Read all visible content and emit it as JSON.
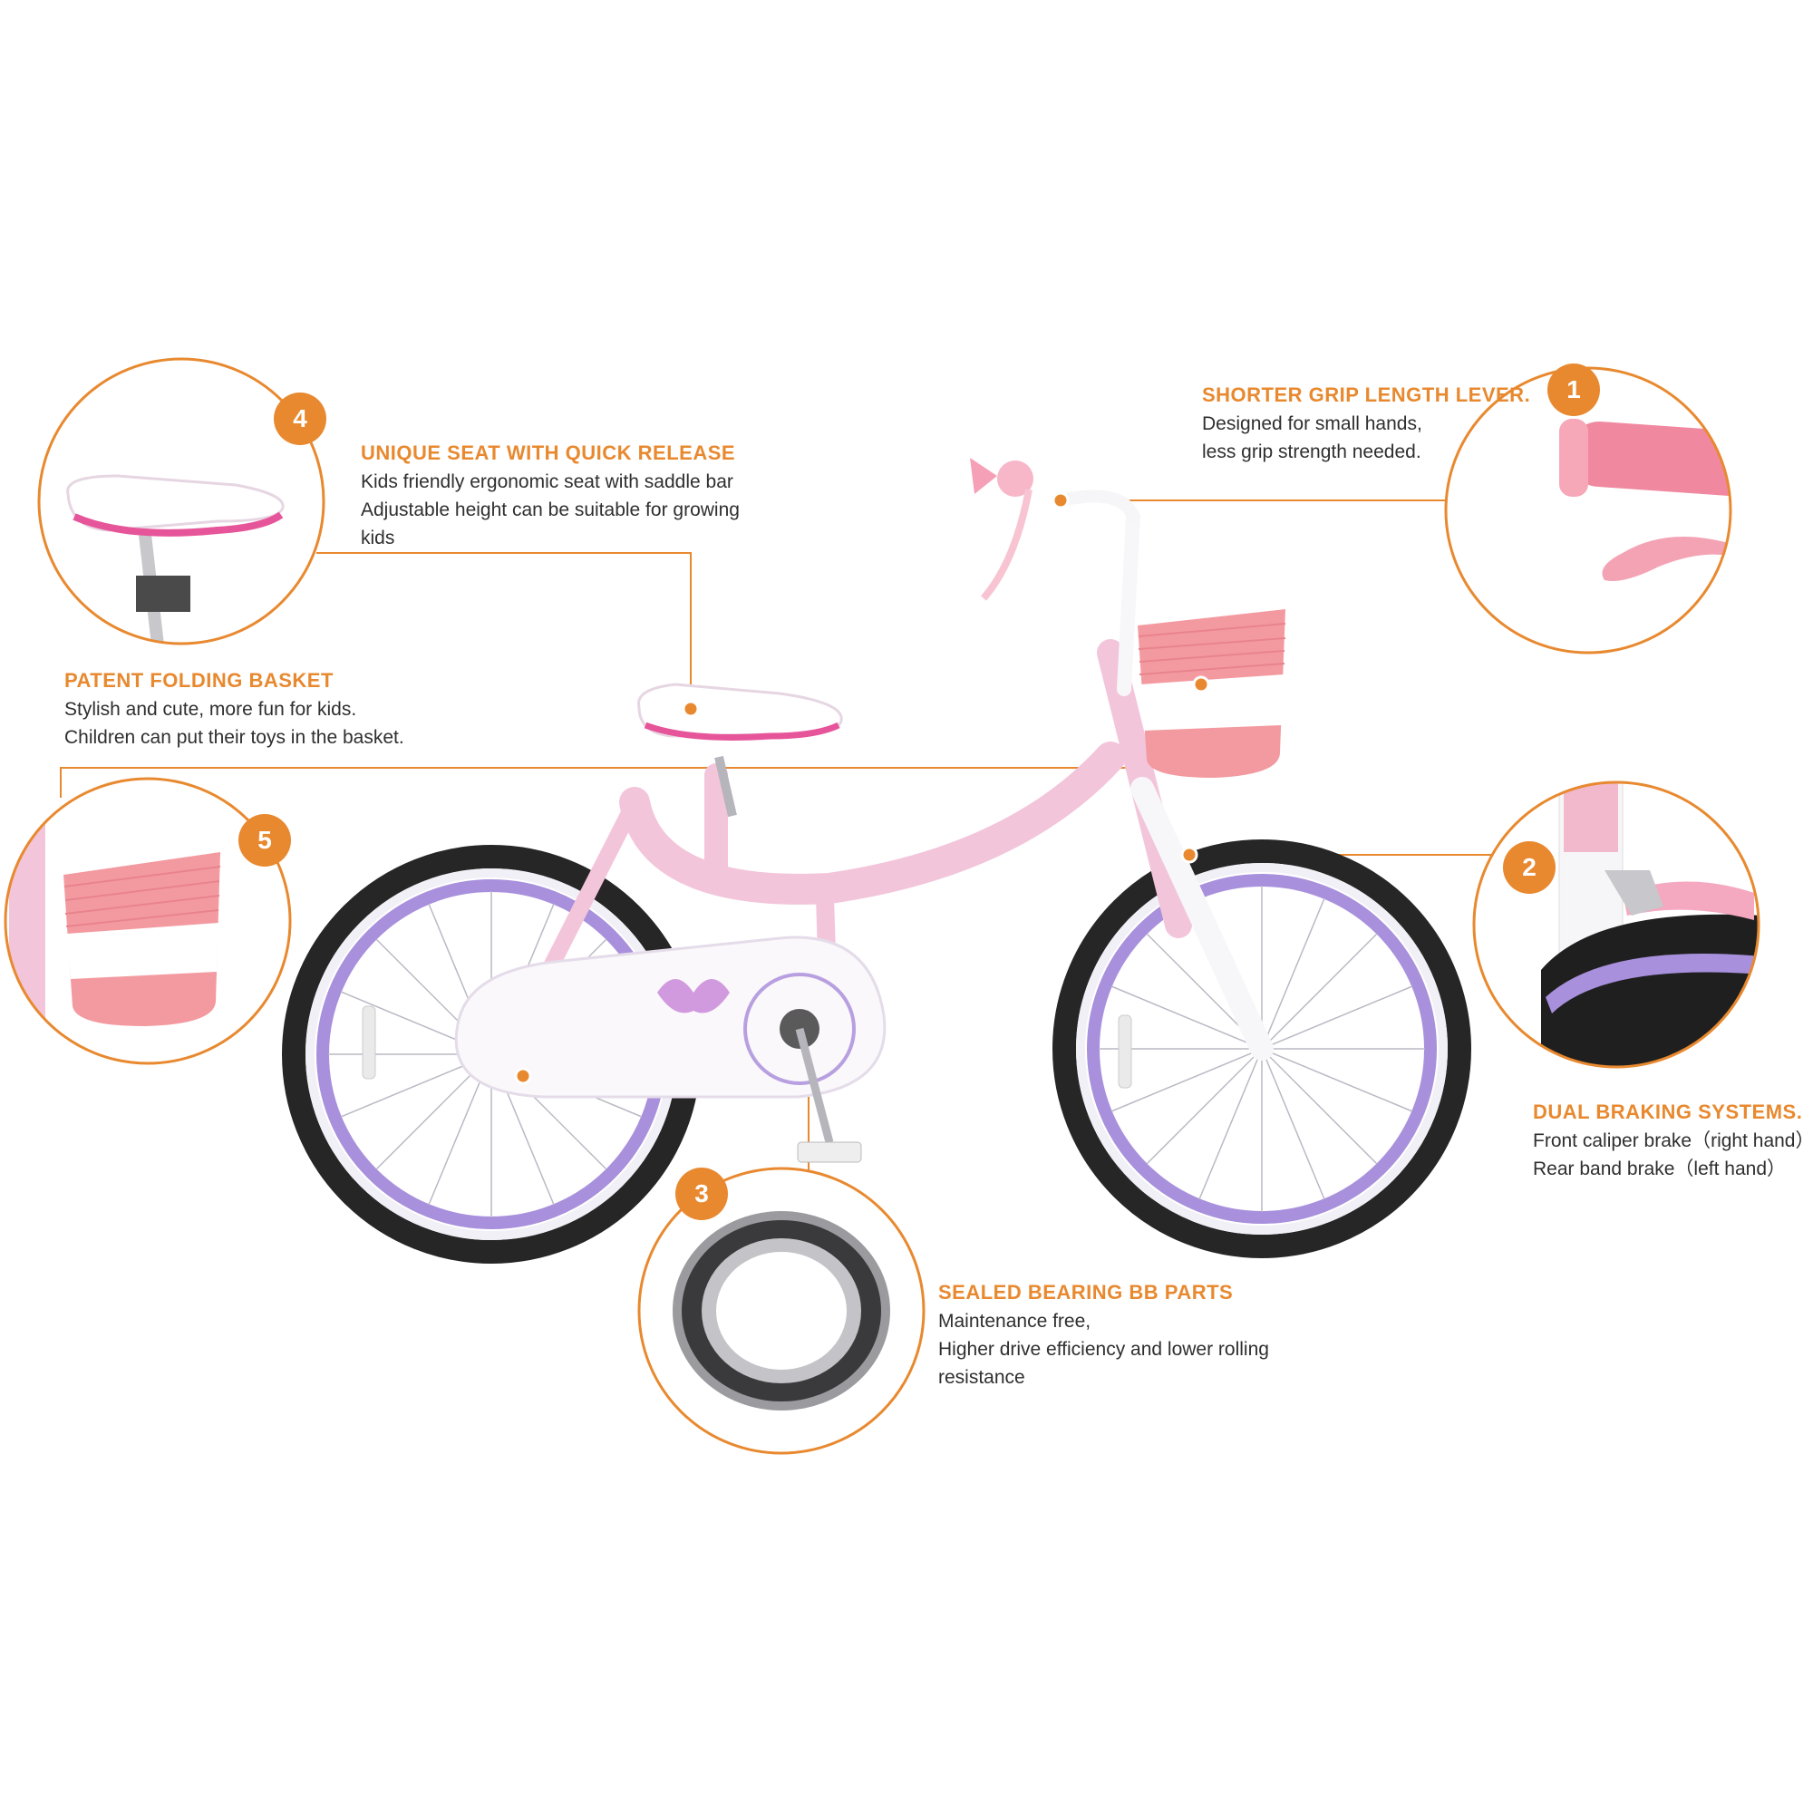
{
  "accent_color": "#e8892f",
  "features": [
    {
      "number": "1",
      "title": "SHORTER GRIP LENGTH LEVER.",
      "lines": [
        "Designed for small hands,",
        "less grip strength needed."
      ]
    },
    {
      "number": "2",
      "title": "DUAL BRAKING SYSTEMS.",
      "lines": [
        "Front caliper brake（right hand）",
        "Rear band brake（left hand）"
      ]
    },
    {
      "number": "3",
      "title": "SEALED BEARING BB PARTS",
      "lines": [
        "Maintenance free,",
        "Higher drive efficiency and lower rolling",
        "resistance"
      ]
    },
    {
      "number": "4",
      "title": "UNIQUE SEAT WITH QUICK RELEASE",
      "lines": [
        "Kids friendly ergonomic seat with saddle bar",
        "Adjustable height can be suitable for growing",
        "kids"
      ]
    },
    {
      "number": "5",
      "title": "PATENT FOLDING BASKET",
      "lines": [
        "Stylish and cute, more fun for kids.",
        "Children can put their toys in the basket."
      ]
    }
  ],
  "icons": [
    "handlebar-grip-icon",
    "caliper-brake-icon",
    "bearing-ring-icon",
    "bike-seat-icon",
    "front-basket-icon",
    "kids-bicycle-icon"
  ]
}
